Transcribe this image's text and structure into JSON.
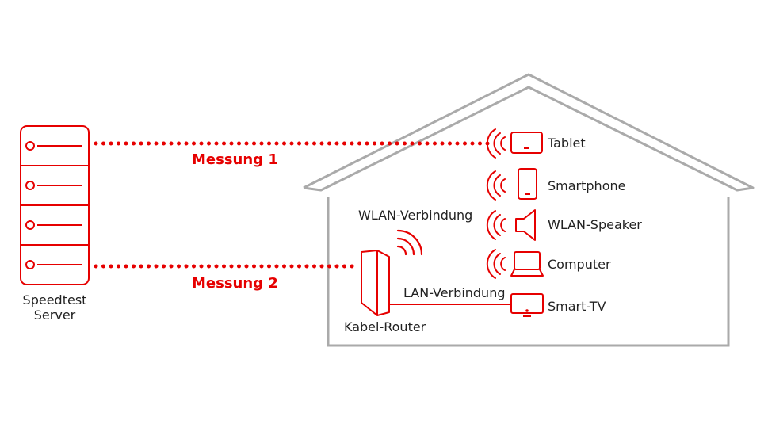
{
  "colors": {
    "accent": "#e60000",
    "house": "#aaaaaa",
    "text": "#222222"
  },
  "server": {
    "label_line1": "Speedtest",
    "label_line2": "Server",
    "icon": "server-rack-icon"
  },
  "measurements": {
    "m1": "Messung 1",
    "m2": "Messung 2"
  },
  "router": {
    "label": "Kabel-Router",
    "wlan_label": "WLAN-Verbindung",
    "lan_label": "LAN-Verbindung",
    "icon": "router-icon"
  },
  "devices": [
    {
      "label": "Tablet",
      "icon": "tablet-icon"
    },
    {
      "label": "Smartphone",
      "icon": "smartphone-icon"
    },
    {
      "label": "WLAN-Speaker",
      "icon": "speaker-icon"
    },
    {
      "label": "Computer",
      "icon": "laptop-icon"
    },
    {
      "label": "Smart-TV",
      "icon": "tv-icon"
    }
  ]
}
